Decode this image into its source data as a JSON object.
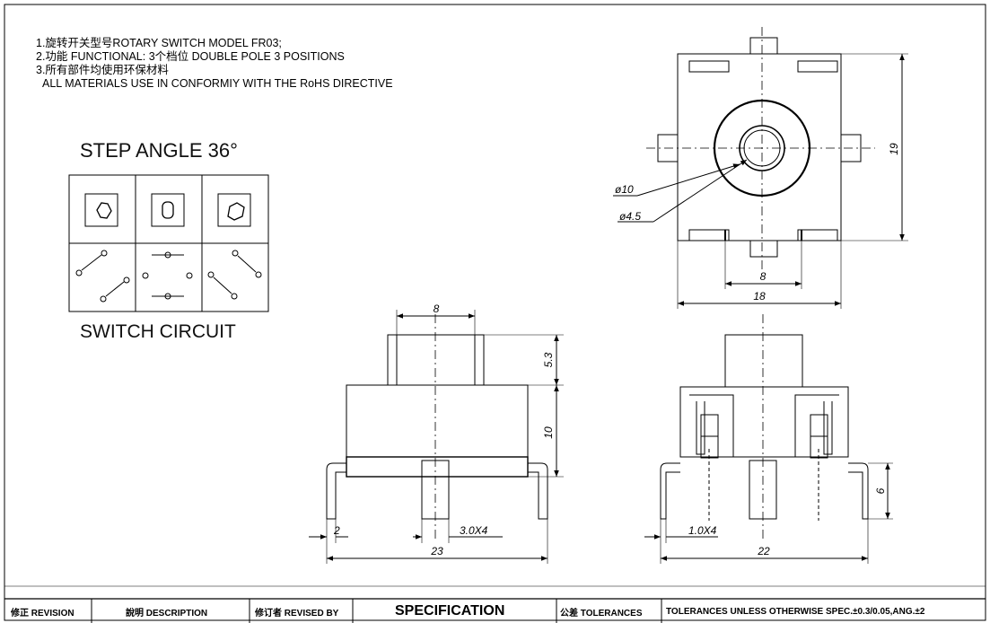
{
  "notes": [
    "1.旋转开关型号ROTARY SWITCH MODEL FR03;",
    "2.功能 FUNCTIONAL: 3个档位  DOUBLE POLE 3 POSITIONS",
    "3.所有部件均使用环保材料",
    "ALL MATERIALS USE IN CONFORMIY  WITH THE RoHS DIRECTIVE"
  ],
  "step_angle_label": "STEP ANGLE 36°",
  "switch_circuit_label": "SWITCH CIRCUIT",
  "dimensions": {
    "top_dia_outer": "ø10",
    "top_dia_inner": "ø4.5",
    "top_height": "19",
    "top_shaft_w": "8",
    "top_body_w": "18",
    "front_shaft_w": "8",
    "front_shaft_h": "5.3",
    "front_body_h": "10",
    "front_pin_w": "2",
    "front_pin_size": "3.0X4",
    "front_total_w": "23",
    "side_pin_h": "6",
    "side_pin_size": "1.0X4",
    "side_total_w": "22"
  },
  "title_block": {
    "revision": "修正 REVISION",
    "description": "說明 DESCRIPTION",
    "revised_by": "修订者 REVISED BY",
    "specification": "SPECIFICATION",
    "tolerances": "公差 TOLERANCES",
    "tolerance_text": "TOLERANCES UNLESS OTHERWISE SPEC.±0.3/0.05,ANG.±2"
  }
}
